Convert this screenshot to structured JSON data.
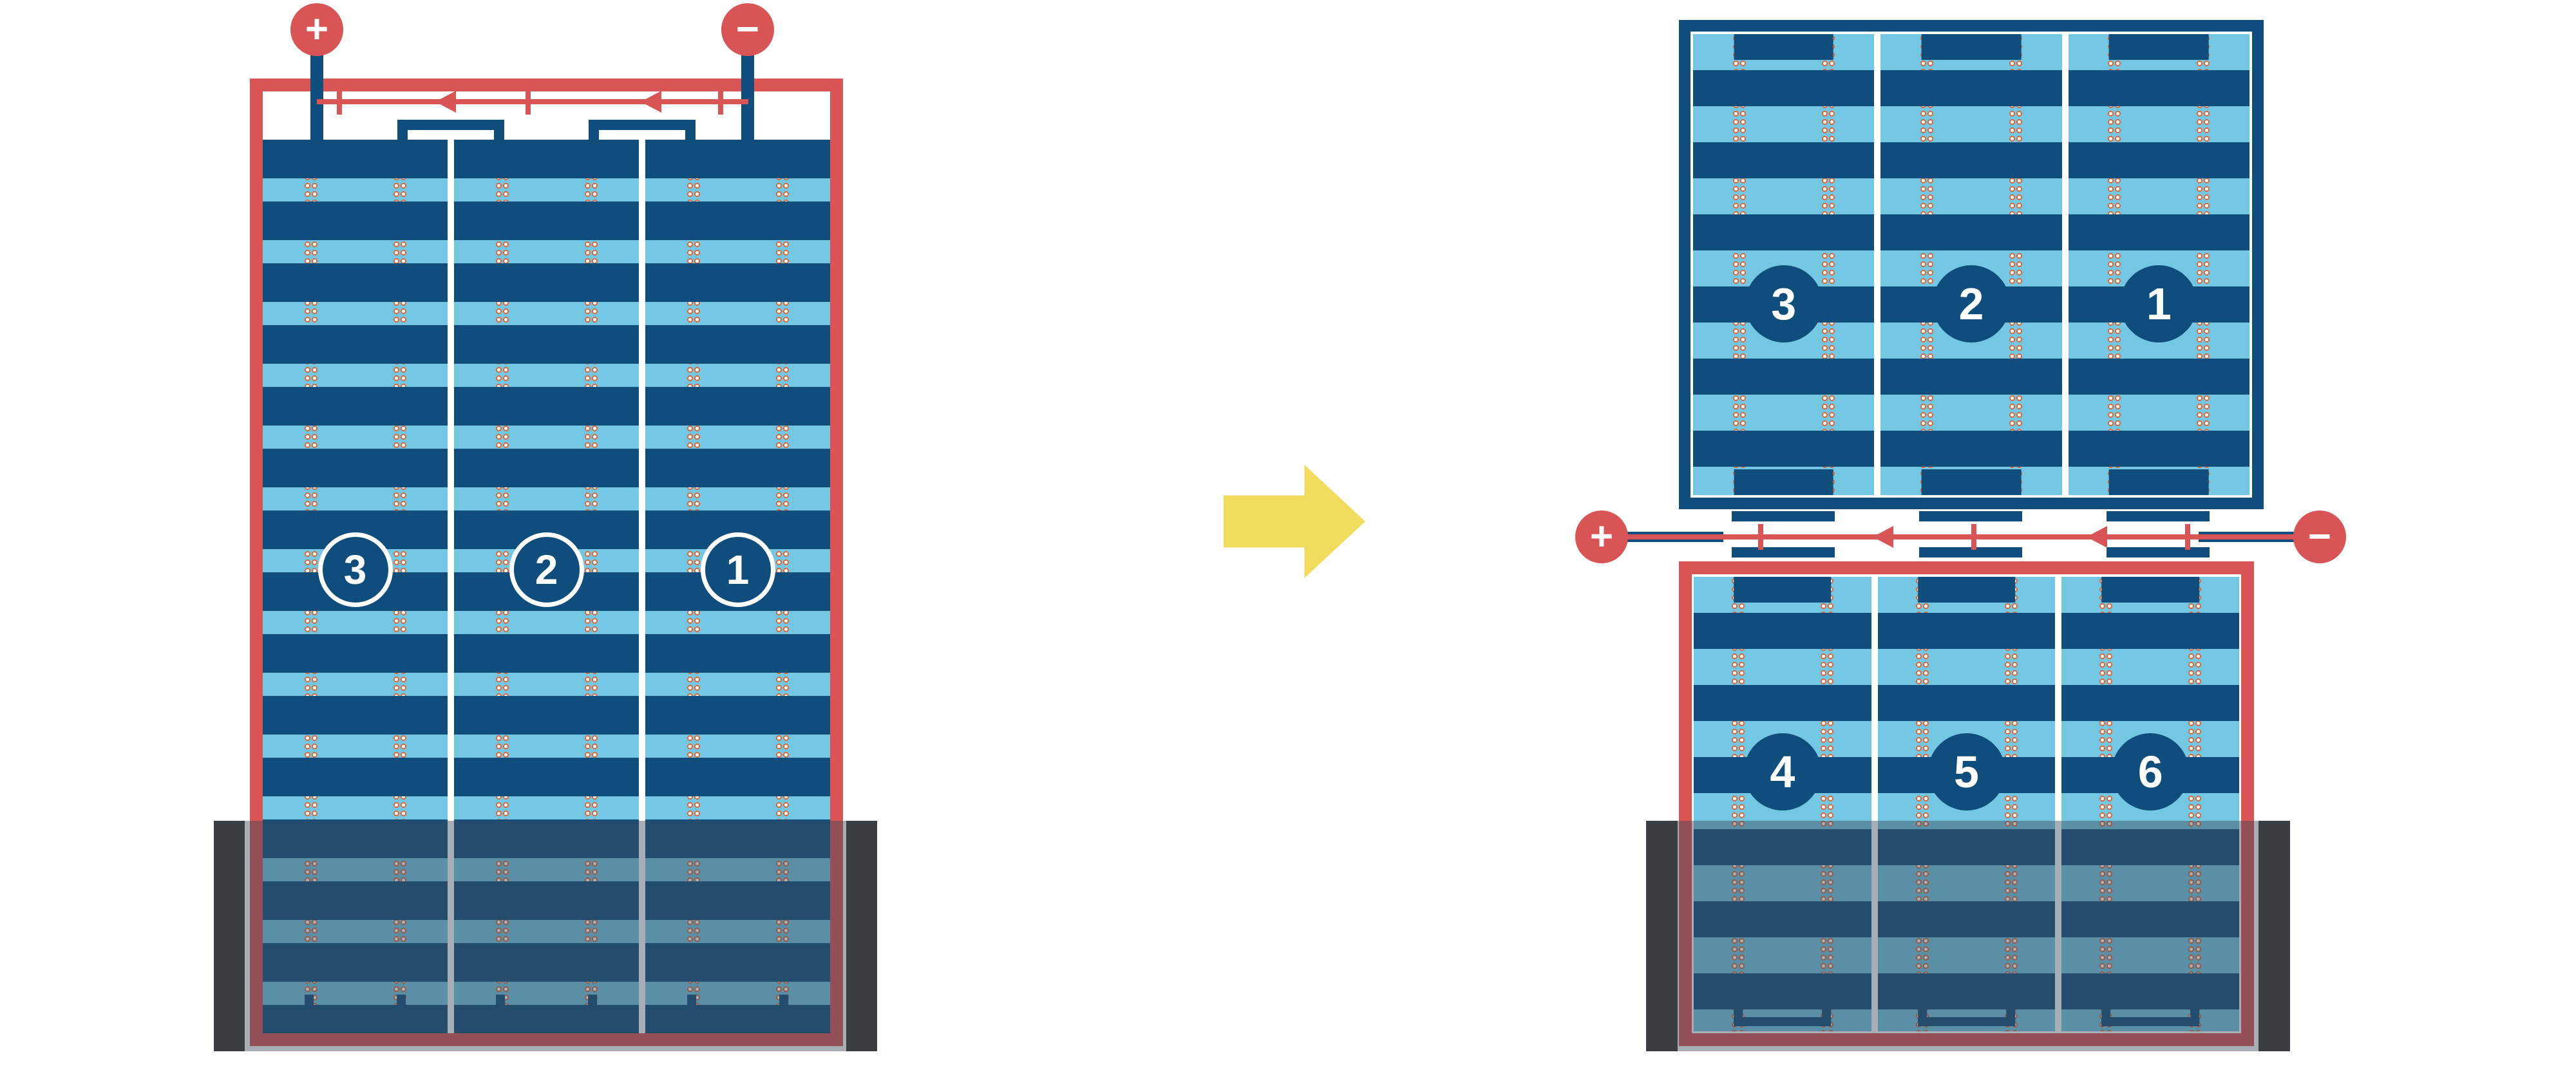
{
  "colors": {
    "frame_red": "#D95454",
    "module_navy": "#0F4E7C",
    "cell_light_blue": "#74C7E3",
    "arrow_yellow": "#F2DC5D",
    "shade_overlay": "rgba(62,75,90,0.45)",
    "shade_bar": "#3A3D42",
    "dot_ring_orange": "#D96A3B"
  },
  "left_module": {
    "terminal_plus": "+",
    "terminal_minus": "−",
    "strings": [
      {
        "label": "3"
      },
      {
        "label": "2"
      },
      {
        "label": "1"
      }
    ]
  },
  "transform_arrow": {
    "direction": "right"
  },
  "right_top_module": {
    "strings": [
      {
        "label": "3"
      },
      {
        "label": "2"
      },
      {
        "label": "1"
      }
    ]
  },
  "right_bottom_module": {
    "strings": [
      {
        "label": "4"
      },
      {
        "label": "5"
      },
      {
        "label": "6"
      }
    ]
  },
  "right_terminals": {
    "plus": "+",
    "minus": "−"
  }
}
